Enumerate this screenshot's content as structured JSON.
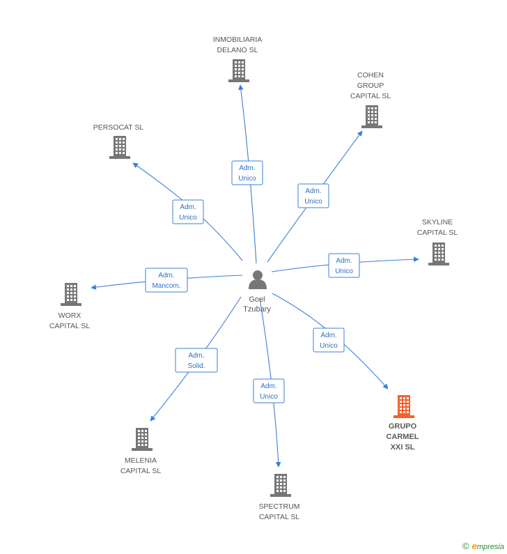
{
  "person": {
    "name_lines": [
      "Goel",
      "Tzubary"
    ],
    "icon": "person-icon"
  },
  "companies": [
    {
      "id": "inmobiliaria",
      "name_lines": [
        "INMOBILIARIA",
        "DELANO SL"
      ],
      "icon": "building-icon",
      "highlight": false
    },
    {
      "id": "cohen",
      "name_lines": [
        "COHEN",
        "GROUP",
        "CAPITAL SL"
      ],
      "icon": "building-icon",
      "highlight": false
    },
    {
      "id": "persocat",
      "name_lines": [
        "PERSOCAT SL"
      ],
      "icon": "building-icon",
      "highlight": false
    },
    {
      "id": "skyline",
      "name_lines": [
        "SKYLINE",
        "CAPITAL SL"
      ],
      "icon": "building-icon",
      "highlight": false
    },
    {
      "id": "worx",
      "name_lines": [
        "WORX",
        "CAPITAL SL"
      ],
      "icon": "building-icon",
      "highlight": false
    },
    {
      "id": "grupo-carmel",
      "name_lines": [
        "GRUPO",
        "CARMEL",
        "XXI SL"
      ],
      "icon": "building-icon",
      "highlight": true
    },
    {
      "id": "melenia",
      "name_lines": [
        "MELENIA",
        "CAPITAL SL"
      ],
      "icon": "building-icon",
      "highlight": false
    },
    {
      "id": "spectrum",
      "name_lines": [
        "SPECTRUM",
        "CAPITAL SL"
      ],
      "icon": "building-icon",
      "highlight": false
    }
  ],
  "relations": [
    {
      "target": "inmobiliaria",
      "label_lines": [
        "Adm.",
        "Unico"
      ]
    },
    {
      "target": "cohen",
      "label_lines": [
        "Adm.",
        "Unico"
      ]
    },
    {
      "target": "persocat",
      "label_lines": [
        "Adm.",
        "Unico"
      ]
    },
    {
      "target": "skyline",
      "label_lines": [
        "Adm.",
        "Unico"
      ]
    },
    {
      "target": "worx",
      "label_lines": [
        "Adm.",
        "Mancom."
      ]
    },
    {
      "target": "grupo-carmel",
      "label_lines": [
        "Adm.",
        "Unico"
      ]
    },
    {
      "target": "melenia",
      "label_lines": [
        "Adm.",
        "Solid."
      ]
    },
    {
      "target": "spectrum",
      "label_lines": [
        "Adm.",
        "Unico"
      ]
    }
  ],
  "colors": {
    "edge": "#3b7fd6",
    "icon": "#777777",
    "highlight": "#f0622f",
    "label_text": "#2f6fc0"
  },
  "brand": {
    "copyright": "©",
    "initial": "e",
    "name": "mpresia"
  }
}
